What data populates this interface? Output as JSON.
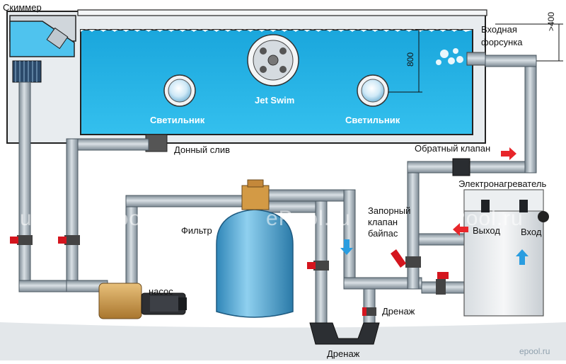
{
  "labels": {
    "skimmer": "Скиммер",
    "inlet_nozzle_line1": "Входная",
    "inlet_nozzle_line2": "форсунка",
    "dim_400": ">400",
    "dim_800": "800",
    "jet_swim": "Jet Swim",
    "light_left": "Светильник",
    "light_right": "Светильник",
    "main_drain": "Донный слив",
    "check_valve": "Обратный клапан",
    "heater": "Электронагреватель",
    "filter": "Фильтр",
    "shutoff_line1": "Запорный",
    "shutoff_line2": "клапан",
    "shutoff_line3": "байпас",
    "outlet": "Выход",
    "inlet": "Вход",
    "pump": "насос",
    "drain_mid": "Дренаж",
    "drain_bottom": "Дренаж"
  },
  "watermarks": {
    "left": "l.ru",
    "center_left": "ePool.ru",
    "center": "ePool.ru",
    "right": "ePool.ru",
    "corner": "epool.ru"
  },
  "colors": {
    "water": "#1fb3e6",
    "pipe": "#a9b6c0",
    "valve_handle": "#d4151e",
    "flow_arrow_red": "#e8262a",
    "flow_arrow_blue": "#2a9de0",
    "ground": "#dfe3e6",
    "filter_body": "#5fb3da"
  }
}
